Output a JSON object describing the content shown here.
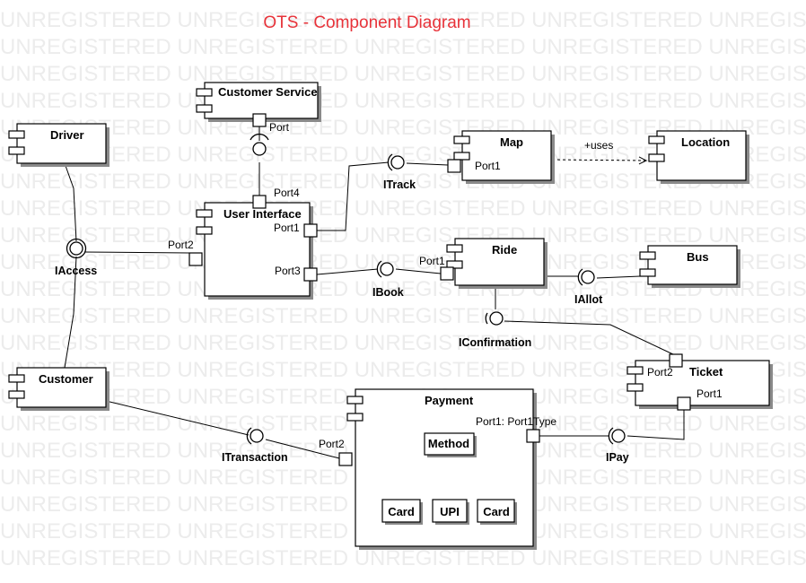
{
  "title": "OTS - Component Diagram",
  "watermark": "UNREGISTERED UNREGISTERED UNREGISTERED UNREGISTERED UNREGISTERED",
  "colors": {
    "title": "#e8333a",
    "watermark": "#ececec"
  },
  "components": {
    "customer_service": "Customer Service",
    "driver": "Driver",
    "map": "Map",
    "location": "Location",
    "user_interface": "User Interface",
    "ride": "Ride",
    "bus": "Bus",
    "customer": "Customer",
    "payment": "Payment",
    "ticket": "Ticket",
    "method": "Method",
    "card_1": "Card",
    "upi": "UPI",
    "card_2": "Card"
  },
  "ports": {
    "customer_service_port": "Port",
    "ui_port4": "Port4",
    "ui_port1": "Port1",
    "ui_port2": "Port2",
    "ui_port3": "Port3",
    "map_port1": "Port1",
    "ride_port1": "Port1",
    "ticket_port2": "Port2",
    "ticket_port1": "Port1",
    "payment_port1": "Port1: Port1Type",
    "payment_port2": "Port2"
  },
  "interfaces": {
    "itrack": "ITrack",
    "iaccess": "IAccess",
    "ibook": "IBook",
    "iallot": "IAllot",
    "iconfirmation": "IConfirmation",
    "itransaction": "ITransaction",
    "ipay": "IPay"
  },
  "relations": {
    "uses": "+uses"
  }
}
